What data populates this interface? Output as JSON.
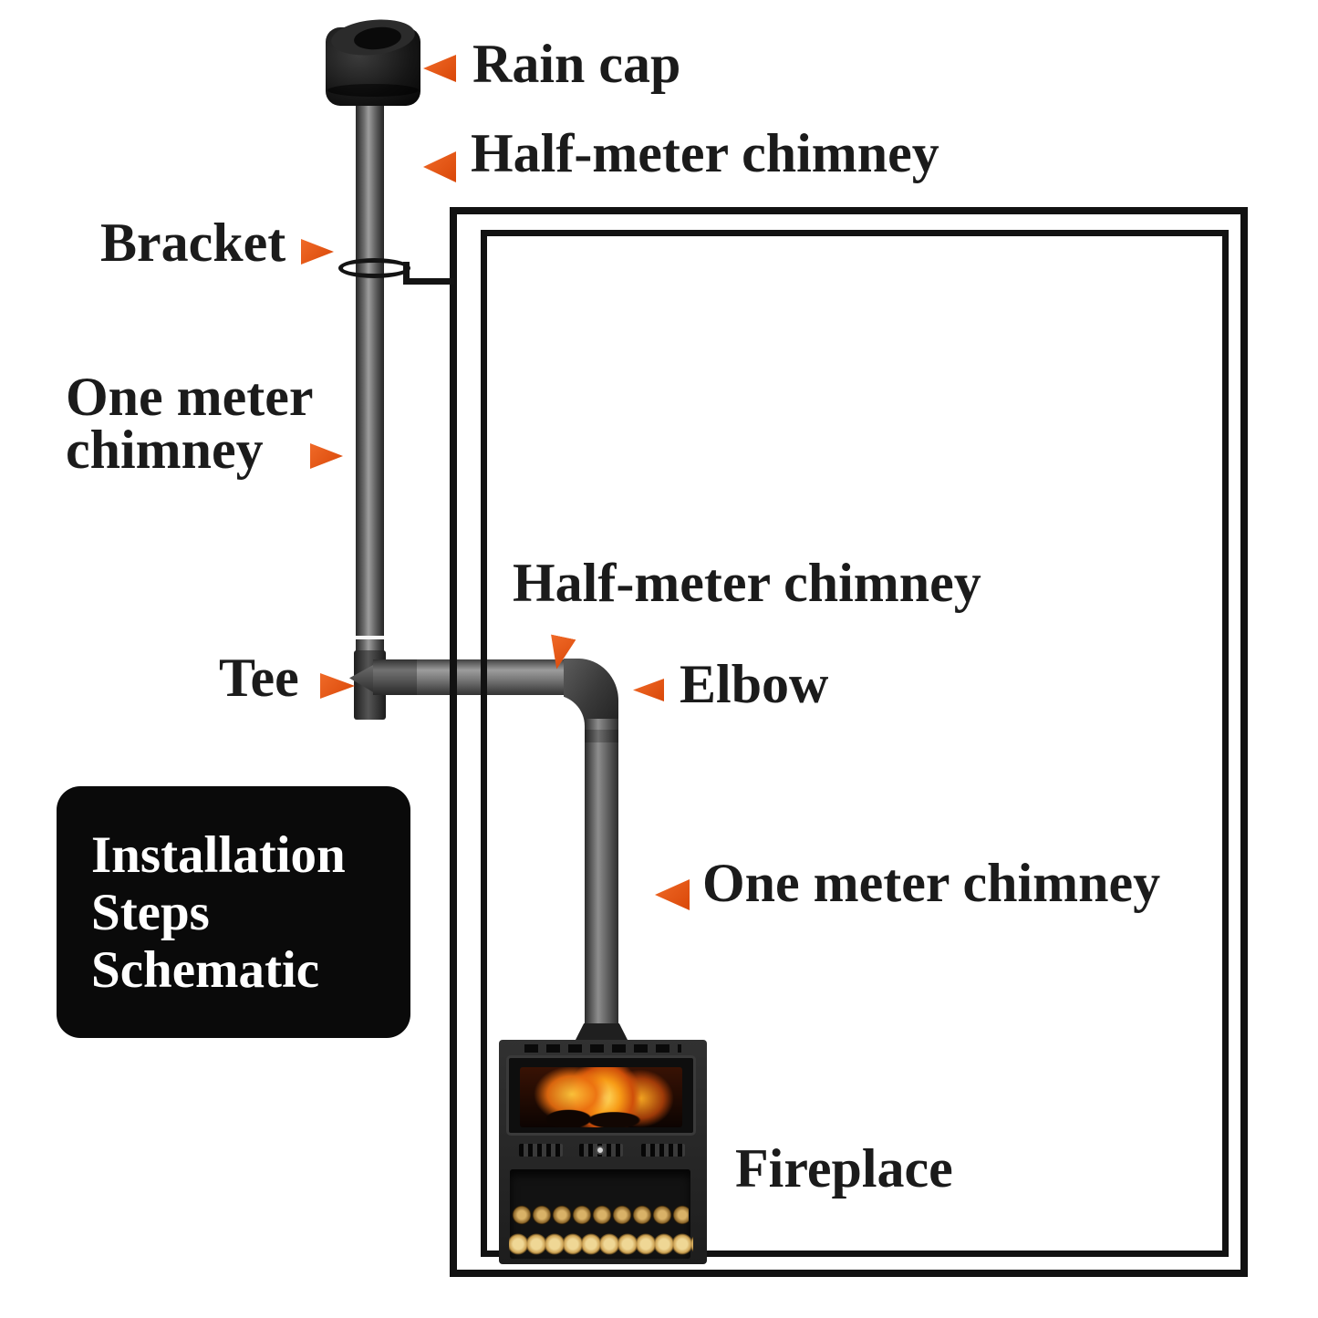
{
  "diagram": {
    "labels": {
      "rain_cap": "Rain cap",
      "half_meter_top": "Half-meter chimney",
      "bracket": "Bracket",
      "one_meter_left_line1": "One meter",
      "one_meter_left_line2": "chimney",
      "half_meter_mid": "Half-meter chimney",
      "tee": "Tee",
      "elbow": "Elbow",
      "one_meter_right": "One meter chimney",
      "fireplace": "Fireplace"
    },
    "info_box": {
      "lines": [
        "Installation",
        "Steps",
        "Schematic"
      ]
    },
    "colors": {
      "arrow_accent": "#e2500f",
      "label_text": "#1b1b1b",
      "wall_line": "#121212",
      "info_box_bg": "#0a0a0a",
      "info_box_text": "#ffffff",
      "flame_orange": "#f79b16",
      "log_tan": "#e6c985",
      "pipe_gray": "#8d8d8d"
    }
  }
}
